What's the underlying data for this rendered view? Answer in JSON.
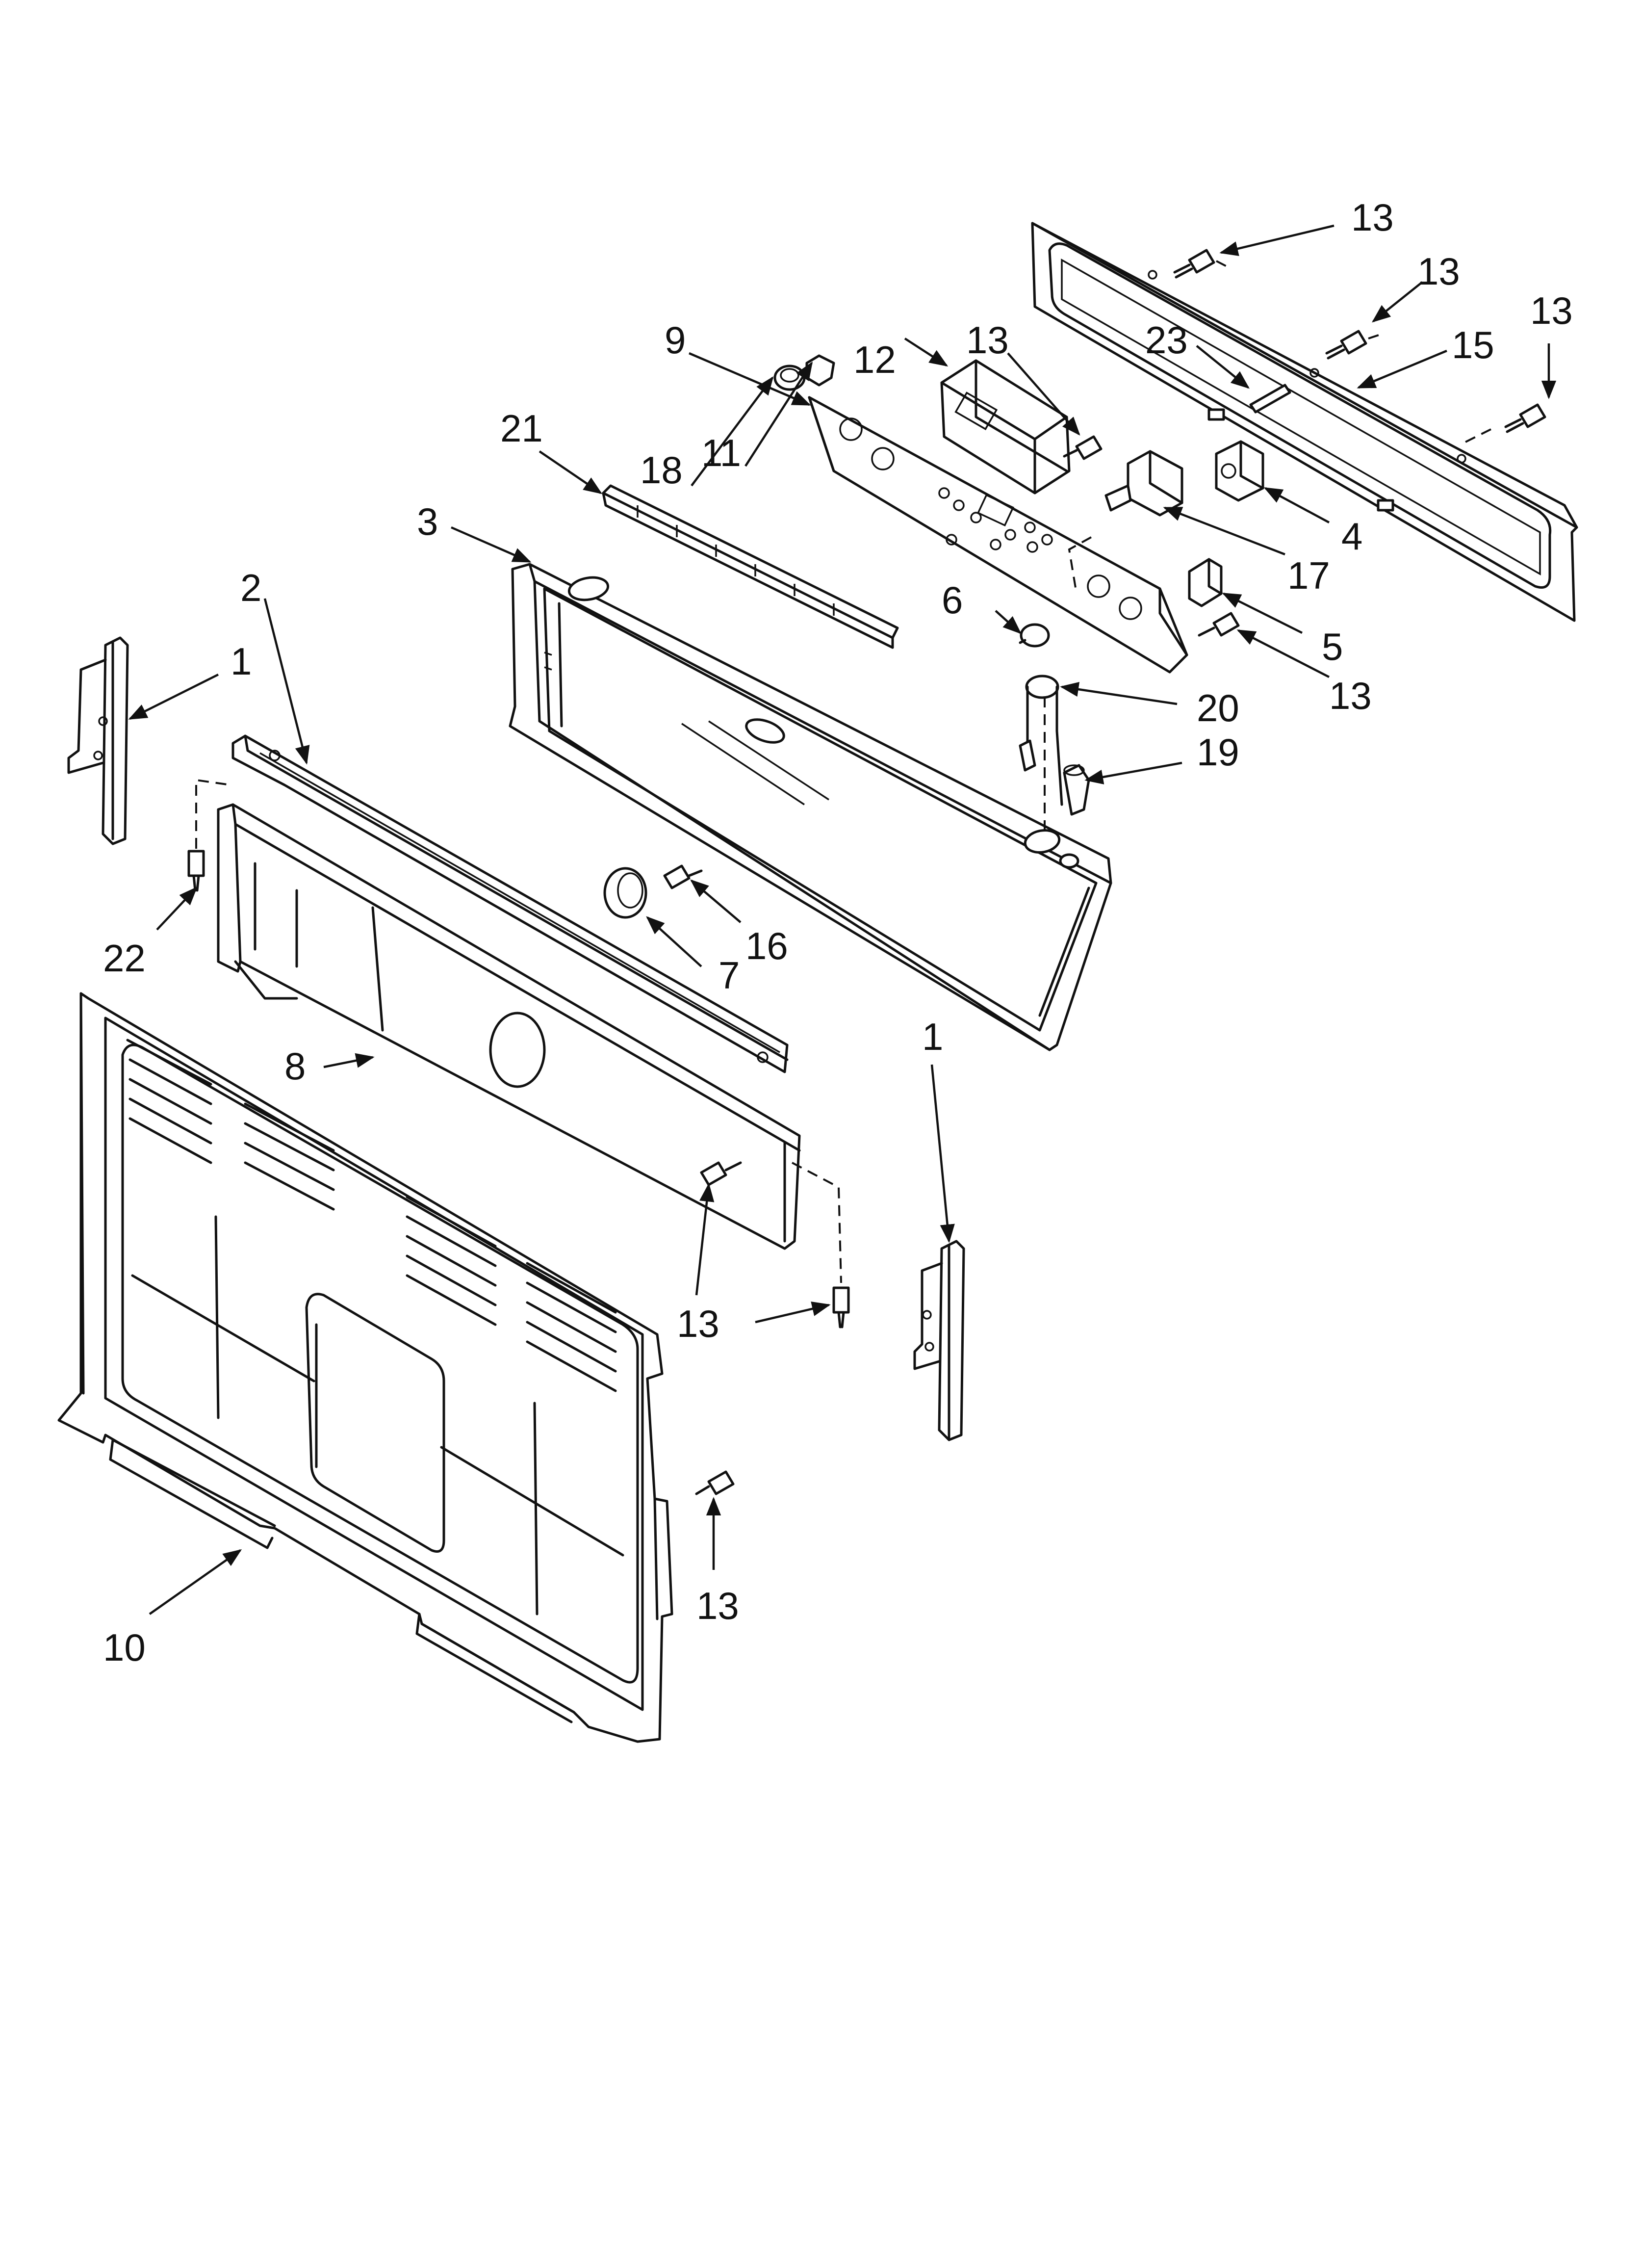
{
  "diagram": {
    "line_color": "#111111",
    "background": "#ffffff",
    "callouts": [
      {
        "id": "c13a",
        "label": "13"
      },
      {
        "id": "c13b",
        "label": "13"
      },
      {
        "id": "c13c",
        "label": "13"
      },
      {
        "id": "c15",
        "label": "15"
      },
      {
        "id": "c23",
        "label": "23"
      },
      {
        "id": "c13d",
        "label": "13"
      },
      {
        "id": "c12",
        "label": "12"
      },
      {
        "id": "c9",
        "label": "9"
      },
      {
        "id": "c21",
        "label": "21"
      },
      {
        "id": "c18",
        "label": "18"
      },
      {
        "id": "c11",
        "label": "11"
      },
      {
        "id": "c3",
        "label": "3"
      },
      {
        "id": "c4",
        "label": "4"
      },
      {
        "id": "c17",
        "label": "17"
      },
      {
        "id": "c6",
        "label": "6"
      },
      {
        "id": "c5",
        "label": "5"
      },
      {
        "id": "c13e",
        "label": "13"
      },
      {
        "id": "c2",
        "label": "2"
      },
      {
        "id": "c1a",
        "label": "1"
      },
      {
        "id": "c20",
        "label": "20"
      },
      {
        "id": "c19",
        "label": "19"
      },
      {
        "id": "c22",
        "label": "22"
      },
      {
        "id": "c16",
        "label": "16"
      },
      {
        "id": "c7",
        "label": "7"
      },
      {
        "id": "c8",
        "label": "8"
      },
      {
        "id": "c1b",
        "label": "1"
      },
      {
        "id": "c13f",
        "label": "13"
      },
      {
        "id": "c13g",
        "label": "13"
      },
      {
        "id": "c10",
        "label": "10"
      }
    ]
  }
}
